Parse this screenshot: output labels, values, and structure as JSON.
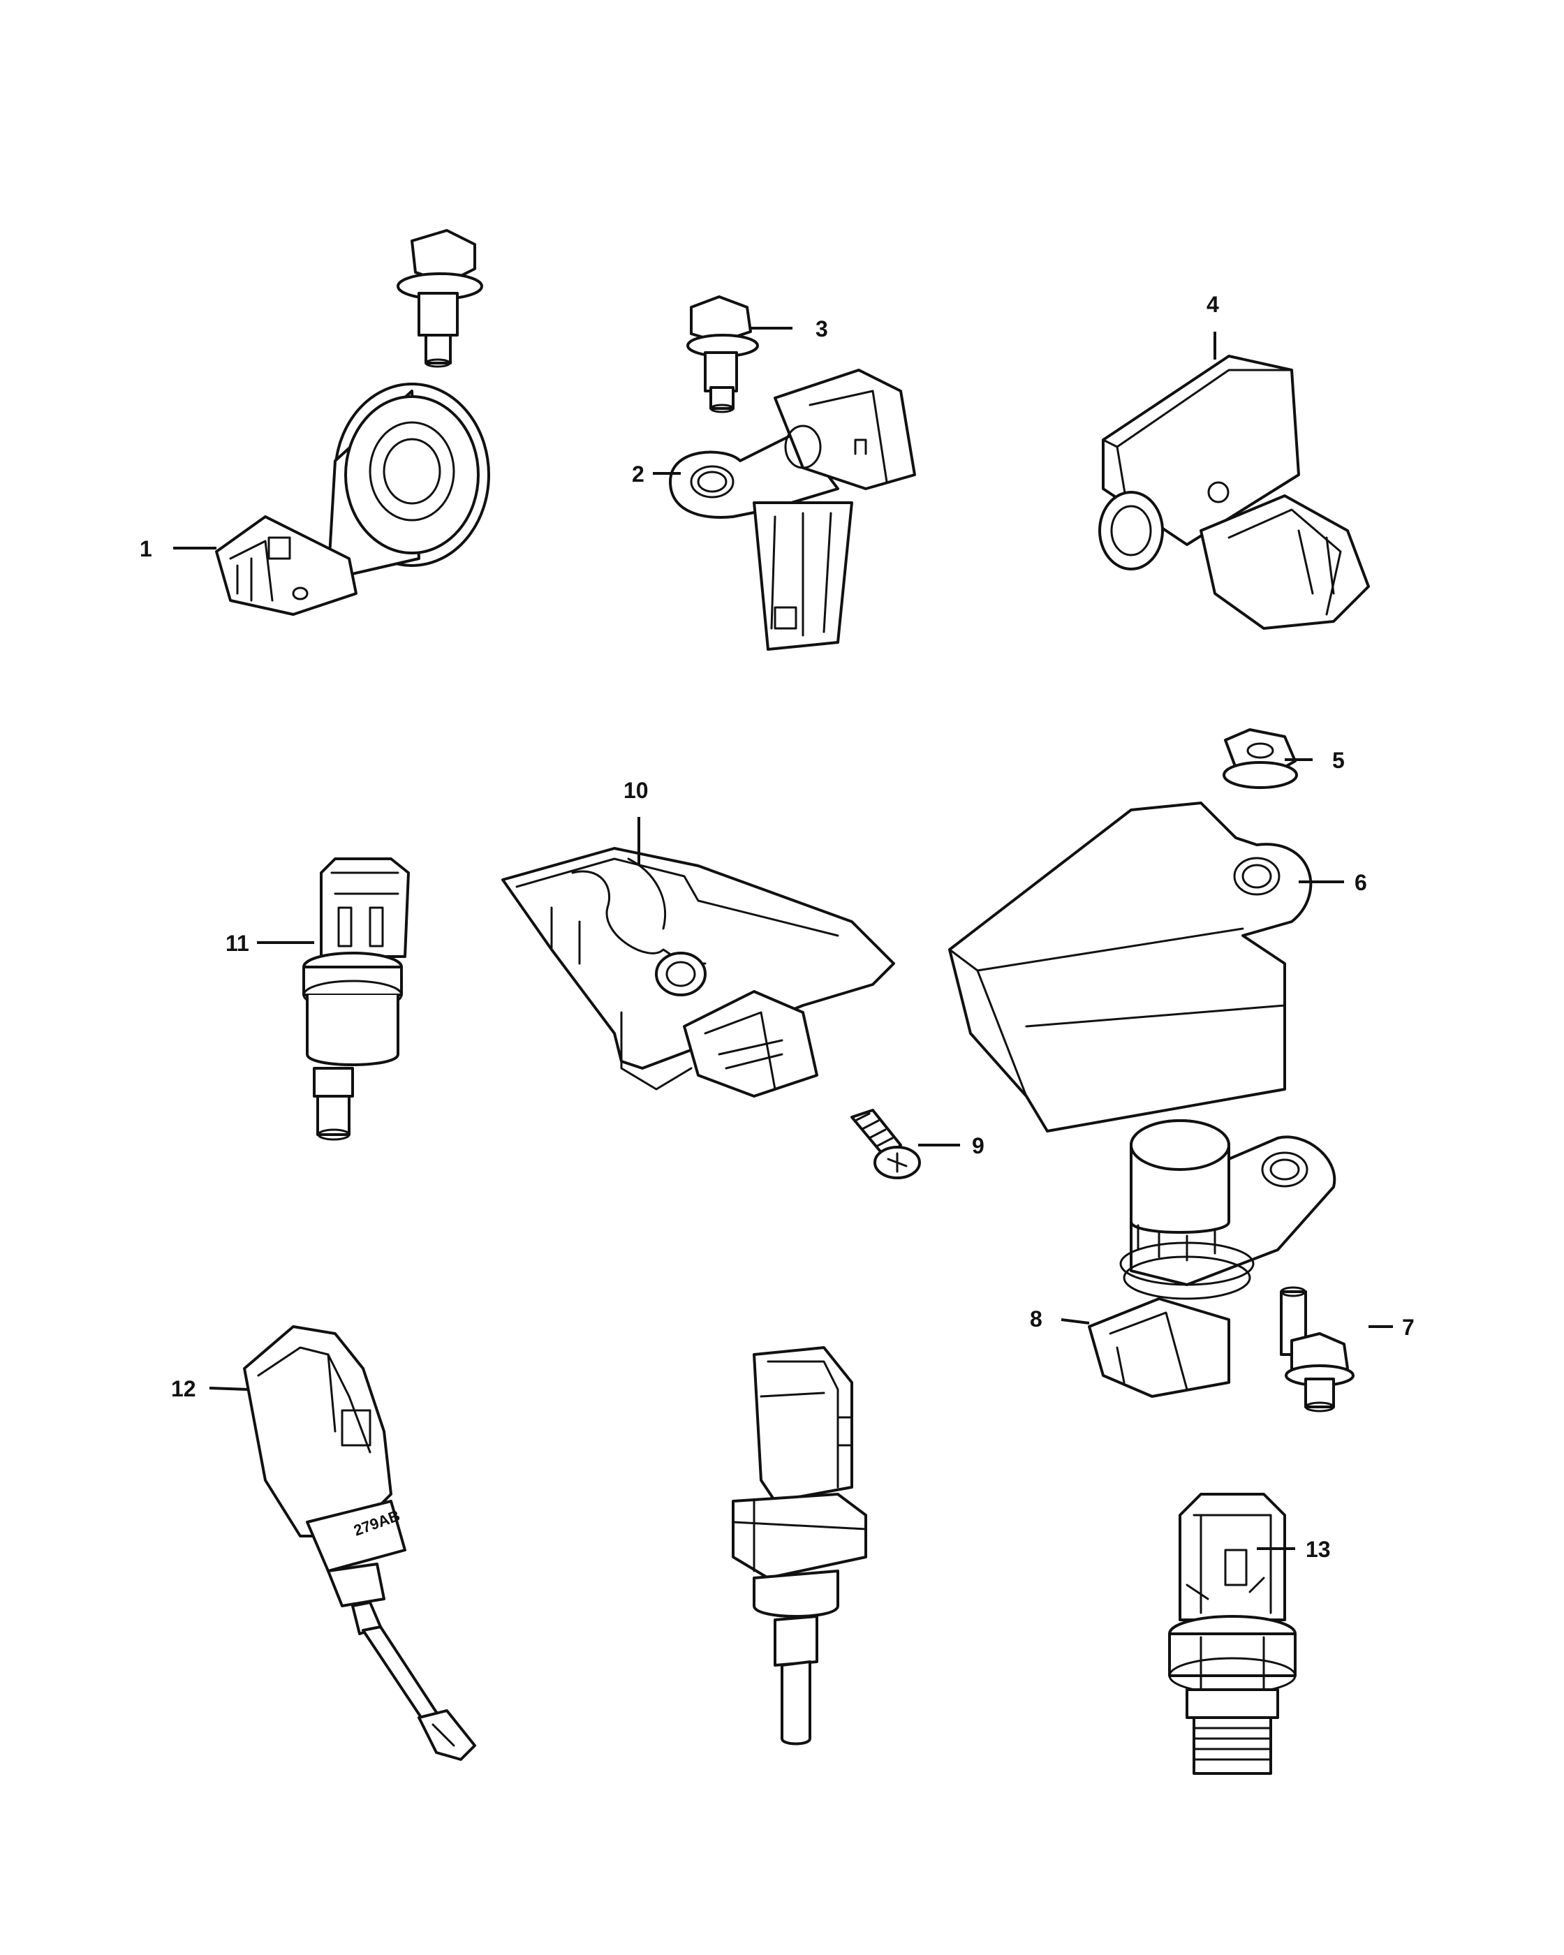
{
  "diagram": {
    "callouts": [
      {
        "id": "1",
        "label": "1"
      },
      {
        "id": "2",
        "label": "2"
      },
      {
        "id": "3",
        "label": "3"
      },
      {
        "id": "4",
        "label": "4"
      },
      {
        "id": "5",
        "label": "5"
      },
      {
        "id": "6",
        "label": "6"
      },
      {
        "id": "7",
        "label": "7"
      },
      {
        "id": "8",
        "label": "8"
      },
      {
        "id": "9",
        "label": "9"
      },
      {
        "id": "10",
        "label": "10"
      },
      {
        "id": "11",
        "label": "11"
      },
      {
        "id": "12",
        "label": "12"
      },
      {
        "id": "13",
        "label": "13"
      }
    ],
    "part_stamp": "279AB"
  }
}
